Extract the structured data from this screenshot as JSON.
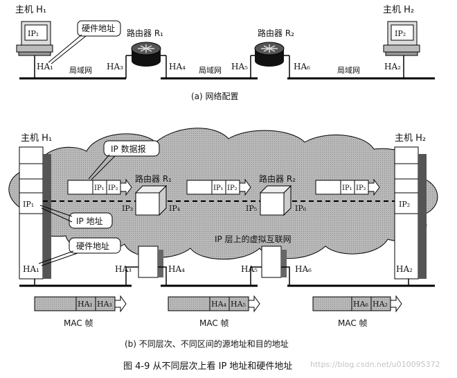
{
  "part_a": {
    "host1": "主机 H₁",
    "host2": "主机 H₂",
    "host1_ip": "IP₁",
    "host2_ip": "IP₂",
    "router1": "路由器 R₁",
    "router2": "路由器 R₂",
    "hw_callout": "硬件地址",
    "ha1": "HA₁",
    "ha2": "HA₂",
    "ha3": "HA₃",
    "ha4": "HA₄",
    "ha5": "HA₅",
    "ha6": "HA₆",
    "lan1": "局域网",
    "lan2": "局域网",
    "lan3": "局域网",
    "caption": "(a) 网络配置"
  },
  "part_b": {
    "host1": "主机 H₁",
    "host2": "主机 H₂",
    "router1": "路由器 R₁",
    "router2": "路由器 R₂",
    "ip_datagram": "IP 数据报",
    "ip_address_callout": "IP 地址",
    "hw_address_callout": "硬件地址",
    "virtual_net": "IP 层上的虚拟互联网",
    "ip1": "IP₁",
    "ip2": "IP₂",
    "ip3": "IP₃",
    "ip4": "IP₄",
    "ip5": "IP₅",
    "ip6": "IP₆",
    "ha1": "HA₁",
    "ha2": "HA₂",
    "ha3": "HA₃",
    "ha4": "HA₄",
    "ha5": "HA₅",
    "ha6": "HA₆",
    "packet_fields": [
      "IP₁",
      "IP₂"
    ],
    "frame1_fields": [
      "HA₁",
      "HA₃"
    ],
    "frame2_fields": [
      "HA₄",
      "HA₅"
    ],
    "frame3_fields": [
      "HA₆",
      "HA₂"
    ],
    "mac_frame": "MAC 帧",
    "caption": "(b) 不同层次、不同区间的源地址和目的地址"
  },
  "figure_caption": "图 4-9   从不同层次上看 IP 地址和硬件地址",
  "watermark": "https://blog.csdn.net/u010095372"
}
